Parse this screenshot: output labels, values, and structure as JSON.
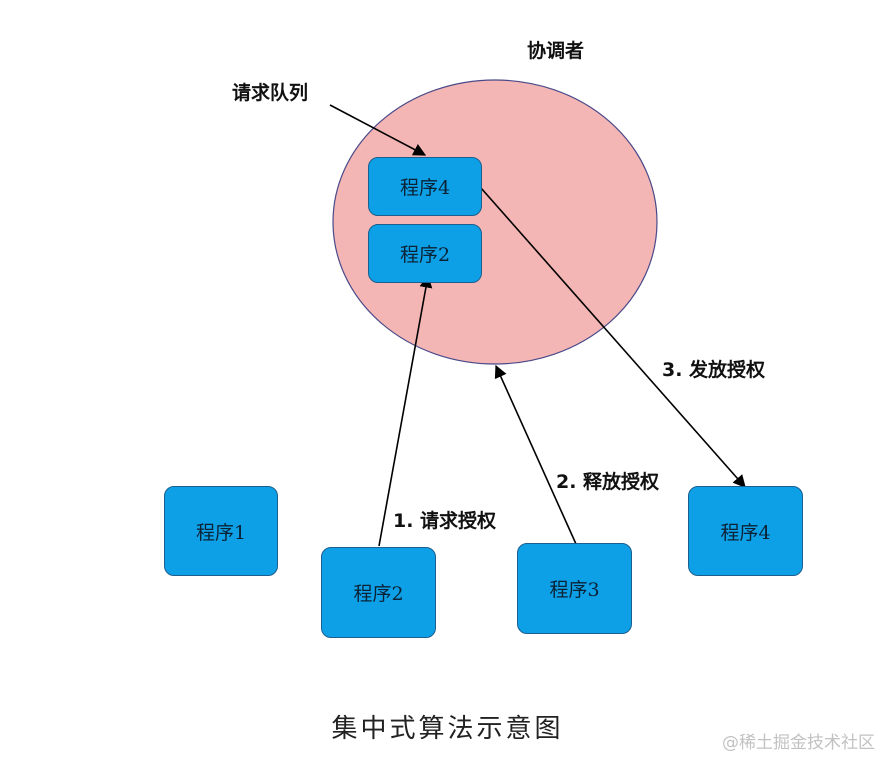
{
  "coordinator": {
    "label": "协调者",
    "fill": "#f4b6b4",
    "stroke": "#4a4a8a"
  },
  "queue": {
    "label": "请求队列",
    "items": [
      "程序4",
      "程序2"
    ]
  },
  "programs": [
    "程序1",
    "程序2",
    "程序3",
    "程序4"
  ],
  "steps": {
    "request": "1. 请求授权",
    "release": "2. 释放授权",
    "grant": "3. 发放授权"
  },
  "caption": "集中式算法示意图",
  "watermark": "@稀土掘金技术社区",
  "colors": {
    "box_fill": "#0ea0e6",
    "box_stroke": "#1b5e8f"
  }
}
